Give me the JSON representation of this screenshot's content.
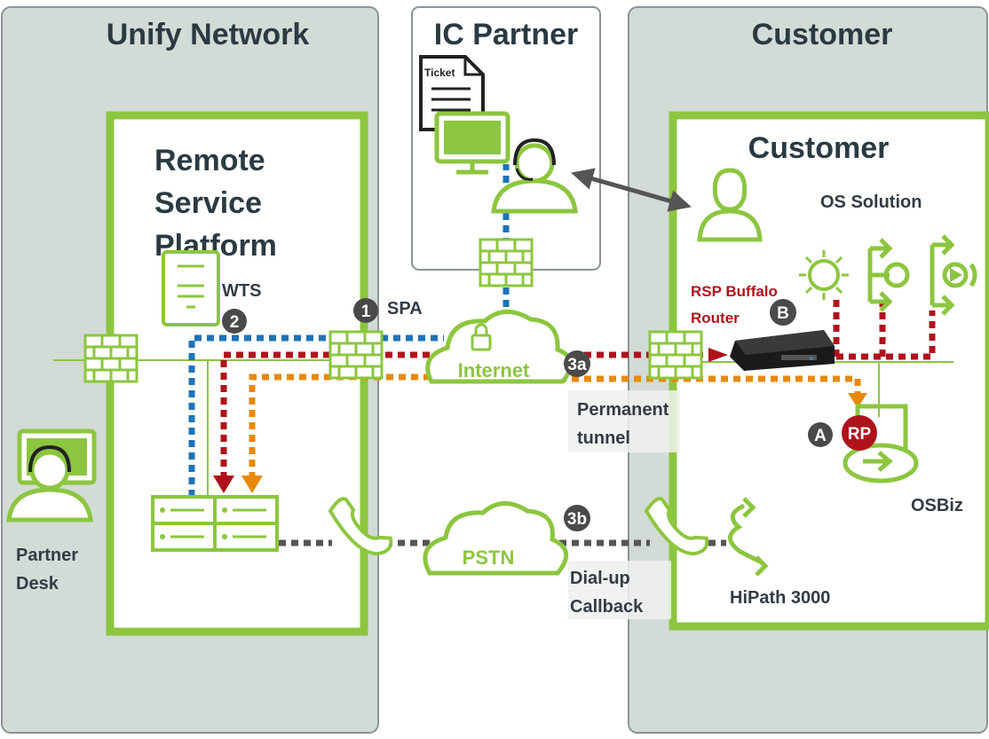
{
  "zones": {
    "unify": "Unify Network",
    "partner": "IC Partner",
    "customer": "Customer"
  },
  "boxes": {
    "rsp": [
      "Remote",
      "Service",
      "Platform"
    ],
    "customer": "Customer"
  },
  "labels": {
    "ticket": "Ticket",
    "wts": "WTS",
    "spa": "SPA",
    "os_solution": "OS Solution",
    "rsp_buffalo": "RSP Buffalo",
    "router": "Router",
    "permanent": "Permanent",
    "tunnel": "tunnel",
    "osbiz": "OSBiz",
    "partner": "Partner",
    "desk": "Desk",
    "dialup": "Dial-up",
    "callback": "Callback",
    "hipath": "HiPath 3000",
    "internet": "Internet",
    "pstn": "PSTN",
    "rp": "RP"
  },
  "badges": {
    "b1": "1",
    "b2": "2",
    "b3a": "3a",
    "b3b": "3b",
    "bA": "A",
    "bB": "B"
  },
  "colors": {
    "green": "#8cc63f",
    "zone_bg": "#d3dbd6",
    "blue": "#1f73b7",
    "red": "#b0121b",
    "orange": "#e8890c",
    "gray_dot": "#555555",
    "badge": "#4a4a4a"
  }
}
